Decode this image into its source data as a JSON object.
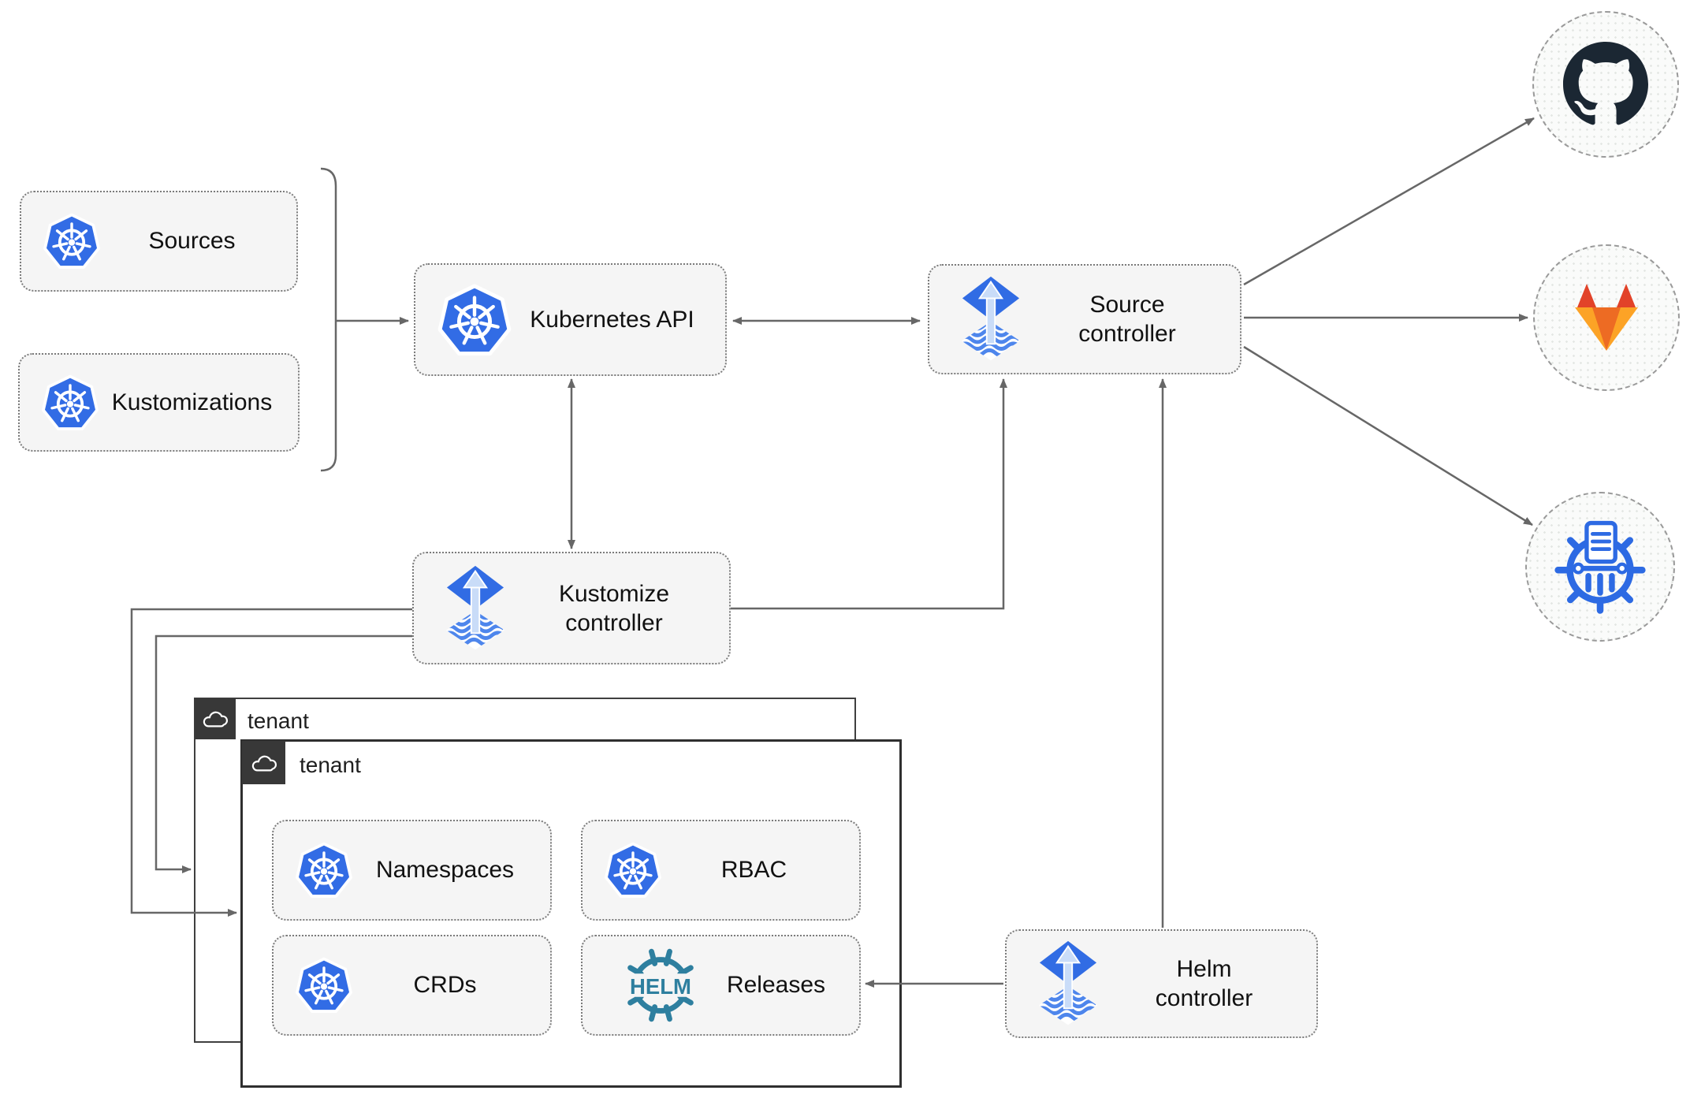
{
  "nodes": {
    "sources": {
      "label": "Sources",
      "icon": "kubernetes"
    },
    "kustomizations": {
      "label": "Kustomizations",
      "icon": "kubernetes"
    },
    "kubernetes_api": {
      "label": "Kubernetes API",
      "icon": "kubernetes"
    },
    "source_controller": {
      "line1": "Source",
      "line2": "controller",
      "icon": "flux"
    },
    "kustomize_controller": {
      "line1": "Kustomize",
      "line2": "controller",
      "icon": "flux"
    },
    "helm_controller": {
      "line1": "Helm",
      "line2": "controller",
      "icon": "flux"
    },
    "namespaces": {
      "label": "Namespaces",
      "icon": "kubernetes"
    },
    "rbac": {
      "label": "RBAC",
      "icon": "kubernetes"
    },
    "crds": {
      "label": "CRDs",
      "icon": "kubernetes"
    },
    "releases": {
      "label": "Releases",
      "icon": "helm"
    }
  },
  "groups": {
    "tenant_back": {
      "label": "tenant",
      "icon": "cloud"
    },
    "tenant_front": {
      "label": "tenant",
      "icon": "cloud"
    }
  },
  "endpoints": {
    "github": {
      "icon": "github"
    },
    "gitlab": {
      "icon": "gitlab"
    },
    "helm_repository": {
      "icon": "chartmuseum"
    }
  },
  "edges": [
    {
      "from": "sources+kustomizations bracket",
      "to": "kubernetes_api",
      "type": "arrow"
    },
    {
      "from": "kubernetes_api",
      "to": "source_controller",
      "type": "double-arrow"
    },
    {
      "from": "kubernetes_api",
      "to": "kustomize_controller",
      "type": "double-arrow"
    },
    {
      "from": "kustomize_controller",
      "to": "source_controller",
      "type": "arrow"
    },
    {
      "from": "kustomize_controller",
      "to": "tenant_front",
      "type": "arrow"
    },
    {
      "from": "kustomize_controller",
      "to": "tenant_back",
      "type": "arrow"
    },
    {
      "from": "helm_controller",
      "to": "source_controller",
      "type": "arrow"
    },
    {
      "from": "helm_controller",
      "to": "releases",
      "type": "arrow"
    },
    {
      "from": "source_controller",
      "to": "github",
      "type": "arrow"
    },
    {
      "from": "source_controller",
      "to": "gitlab",
      "type": "arrow"
    },
    {
      "from": "source_controller",
      "to": "helm_repository",
      "type": "arrow"
    }
  ],
  "colors": {
    "kubernetes_blue": "#326CE5",
    "flux_blue": "#316CE4",
    "flux_light": "#C9DCF8",
    "helm_teal": "#2E7F9F",
    "github_dark": "#1B2733",
    "gitlab_red_orange": "#E24329",
    "gitlab_orange": "#ED6B23",
    "gitlab_yellow_orange": "#FCA326",
    "chartmuseum_blue": "#2D6AE3",
    "connector_gray": "#676767",
    "node_fill": "#F5F5F5",
    "tenant_header_dark": "#383838"
  }
}
